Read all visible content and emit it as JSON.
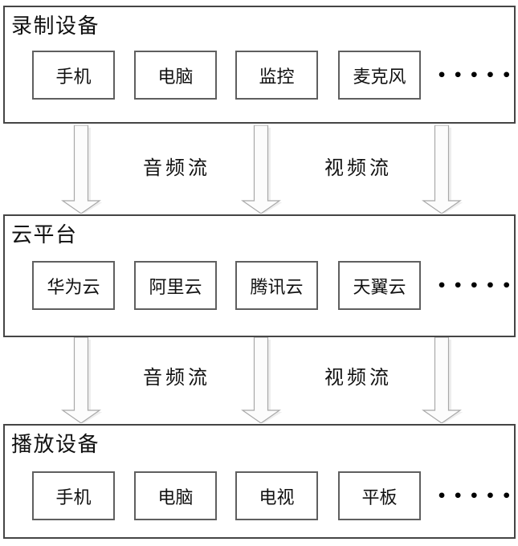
{
  "colors": {
    "outer_border": "#454545",
    "item_border": "#5f5f5f",
    "arrow_stroke": "#a8a8a8",
    "arrow_fill": "#fcfcfc",
    "text": "#111111"
  },
  "sections": [
    {
      "title": "录制设备",
      "items": [
        "手机",
        "电脑",
        "监控",
        "麦克风"
      ],
      "ellipsis": "••••••"
    },
    {
      "title": "云平台",
      "items": [
        "华为云",
        "阿里云",
        "腾讯云",
        "天翼云"
      ],
      "ellipsis": "••••••"
    },
    {
      "title": "播放设备",
      "items": [
        "手机",
        "电脑",
        "电视",
        "平板"
      ],
      "ellipsis": "••••••"
    }
  ],
  "flows": [
    {
      "labels": [
        "音频流",
        "视频流"
      ]
    },
    {
      "labels": [
        "音频流",
        "视频流"
      ]
    }
  ]
}
